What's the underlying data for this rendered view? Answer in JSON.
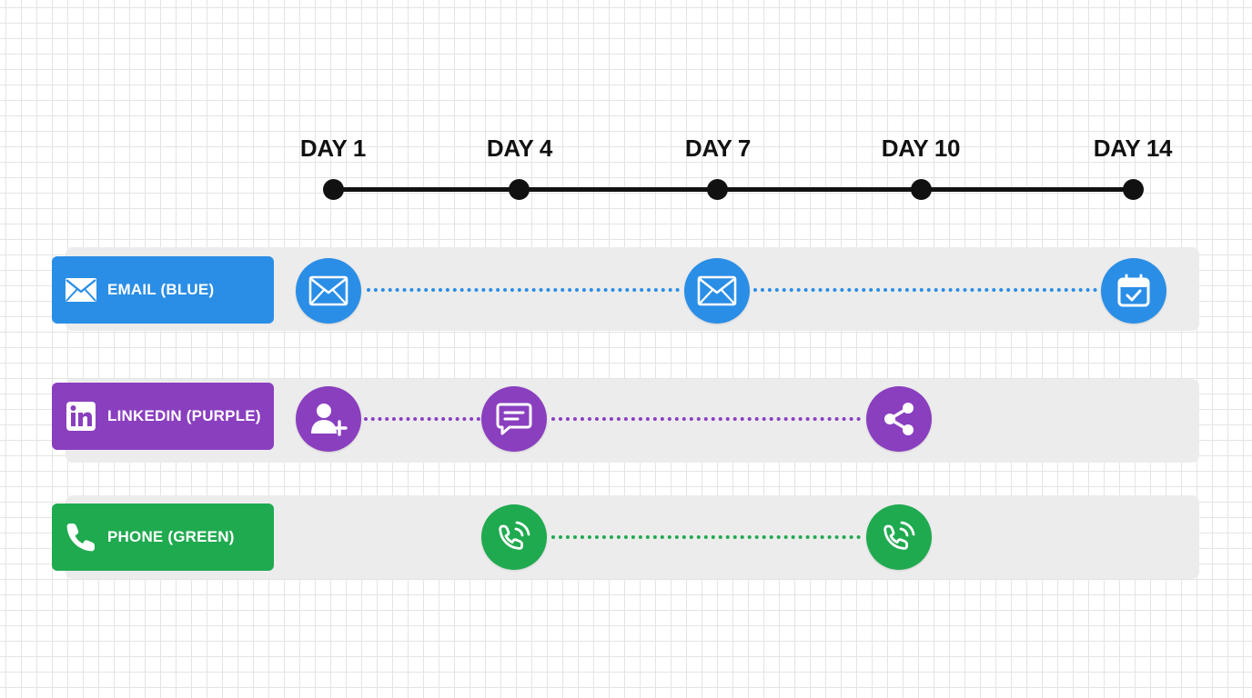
{
  "timeline": {
    "days": [
      "DAY 1",
      "DAY 4",
      "DAY 7",
      "DAY 10",
      "DAY 14"
    ]
  },
  "colors": {
    "email": "#2a8ee6",
    "linkedin": "#8a3fbf",
    "phone": "#1faa4f",
    "timeline": "#111111",
    "lane_background": "#ececec"
  },
  "lanes": [
    {
      "label": "EMAIL (BLUE)",
      "icon": "envelope-icon",
      "steps": [
        {
          "day": "DAY 1",
          "icon": "envelope-icon"
        },
        {
          "day": "DAY 7",
          "icon": "envelope-icon"
        },
        {
          "day": "DAY 14",
          "icon": "calendar-check-icon"
        }
      ]
    },
    {
      "label": "LINKEDIN (PURPLE)",
      "icon": "linkedin-icon",
      "steps": [
        {
          "day": "DAY 1",
          "icon": "add-user-icon"
        },
        {
          "day": "DAY 4",
          "icon": "message-icon"
        },
        {
          "day": "DAY 10",
          "icon": "share-icon"
        }
      ]
    },
    {
      "label": "PHONE (GREEN)",
      "icon": "phone-icon",
      "steps": [
        {
          "day": "DAY 4",
          "icon": "phone-call-icon"
        },
        {
          "day": "DAY 10",
          "icon": "phone-call-icon"
        }
      ]
    }
  ]
}
